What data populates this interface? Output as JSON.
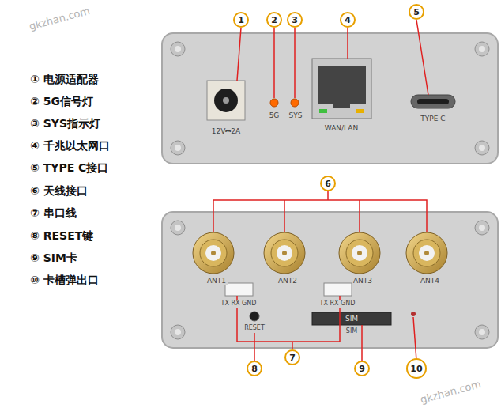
{
  "diagram": {
    "nodes": [
      {
        "text": [
          "1"
        ]
      },
      {
        "text": [
          "2"
        ]
      },
      {
        "text": [
          "3"
        ]
      },
      {
        "text": [
          "4"
        ]
      },
      {
        "text": [
          "5"
        ]
      },
      {
        "text": [
          "6"
        ]
      },
      {
        "text": [
          "7"
        ]
      },
      {
        "text": [
          "8"
        ]
      },
      {
        "text": [
          "9"
        ]
      },
      {
        "text": [
          "10"
        ]
      }
    ],
    "labels": [
      "① 电源适配器",
      "② 5G信号灯",
      "③ SYS指示灯",
      "④ 千兆以太网口",
      "⑤ TYPE C接口",
      "⑥ 天线接口",
      "⑦ 串口线",
      "⑧ RESET键",
      "⑨ SIM卡",
      "⑩ 卡槽弹出口",
      "12V⎓2A",
      "5G",
      "SYS",
      "WAN/LAN",
      "TYPE C",
      "ANT1",
      "ANT2",
      "ANT3",
      "ANT4",
      "TX RX GND",
      "TX RX GND",
      "RESET",
      "SIM",
      "SIM",
      "gkzhan.com",
      "gkzhan.com"
    ]
  }
}
